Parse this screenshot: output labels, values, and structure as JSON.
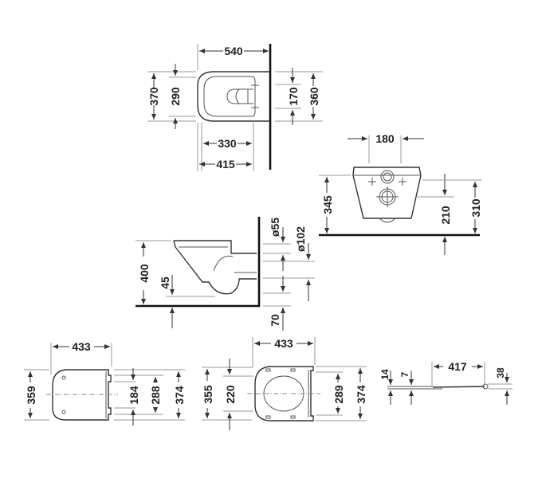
{
  "drawing": {
    "subject": "Wall-hung toilet and seat dimension drawing",
    "units": "mm",
    "plan_view": {
      "width_total": "540",
      "depth_outer": "370",
      "depth_inner": "290",
      "fixing_spacing": "170",
      "wall_width": "360",
      "bowl_inner_length": "330",
      "bowl_opening_length": "415"
    },
    "front_view": {
      "fixing_bolt_spacing": "180",
      "rim_height": "345",
      "inlet_height": "210",
      "fixing_height": "310"
    },
    "side_view": {
      "height": "400",
      "outlet_clearance": "45",
      "inlet_diameter": "ø55",
      "outlet_diameter": "ø102",
      "outlet_floor_offset": "70"
    },
    "seat_cover_view": {
      "width": "433",
      "depth": "359",
      "hinge_inner": "184",
      "hinge_outer": "288",
      "total_depth": "374"
    },
    "seat_ring_view": {
      "width": "433",
      "depth": "355",
      "opening": "220",
      "hinge_span": "289",
      "total_depth": "374"
    },
    "seat_profile_view": {
      "thickness_total": "14",
      "thickness_lid": "7",
      "length": "417",
      "hinge_height": "38"
    }
  }
}
